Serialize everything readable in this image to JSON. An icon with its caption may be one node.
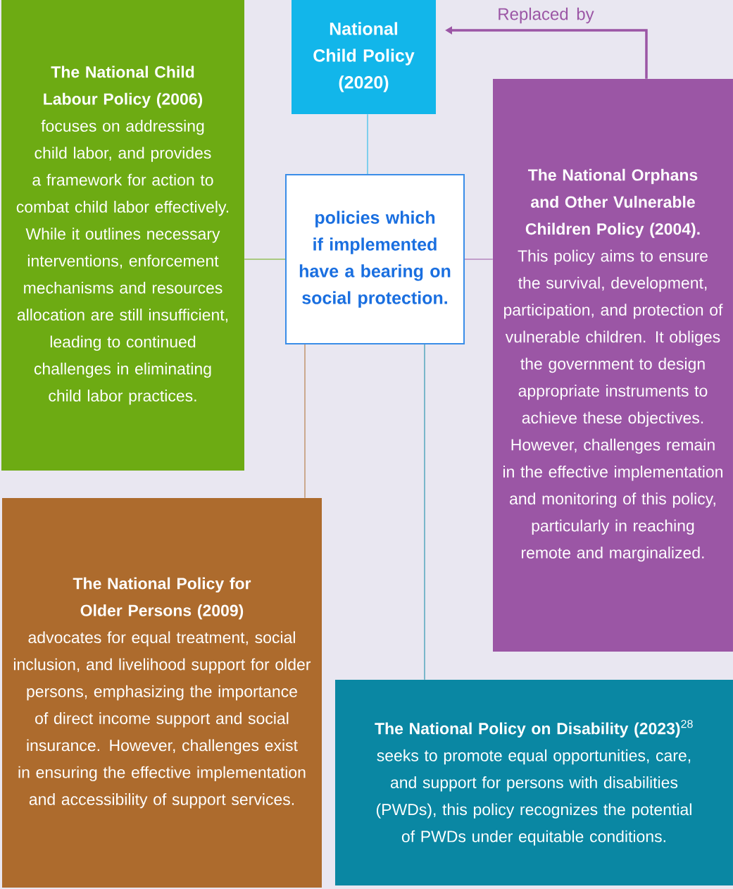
{
  "diagram": {
    "nodes": [
      {
        "text": [
          "policies which if implemented have a bearing on social protection."
        ]
      },
      {
        "text": [
          "The National Child Labour Policy (2006)",
          "focuses on addressing child labor, and provides a framework for action to combat child labor effectively. While it outlines necessary interventions, enforcement mechanisms and resources allocation are still insufficient, leading to continued challenges in eliminating child labor practices."
        ]
      },
      {
        "text": [
          "National Child Policy (2020)"
        ]
      },
      {
        "text": [
          "The National Orphans and Other Vulnerable Children Policy (2004).",
          "This policy aims to ensure the survival, development, participation, and protection of vulnerable children. It obliges the government to design appropriate instruments to achieve these objectives. However, challenges remain in the effective implementation and monitoring of this policy, particularly in reaching remote and marginalized."
        ]
      },
      {
        "text": [
          "The National Policy for Older Persons (2009)",
          "advocates for equal treatment, social inclusion, and livelihood support for older persons, emphasizing the importance of direct income support and social insurance. However, challenges exist in ensuring the effective implementation and accessibility of support services."
        ]
      },
      {
        "text": [
          "**The National Policy on Disability (2023)**$^{28}$ seeks to promote equal opportunities, care, and support for persons with disabilities (PWDs), this policy recognizes the potential of PWDs under equitable conditions."
        ]
      }
    ],
    "edges": [
      {
        "from": 0,
        "to": 2,
        "arrow": "none",
        "color": "#12b6ea"
      },
      {
        "from": 0,
        "to": 1,
        "arrow": "none",
        "color": "#6dab13"
      },
      {
        "from": 0,
        "to": 3,
        "arrow": "none",
        "color": "#9b56a5"
      },
      {
        "from": 0,
        "to": 4,
        "arrow": "none",
        "color": "#ad6b2d"
      },
      {
        "from": 0,
        "to": 5,
        "arrow": "none",
        "color": "#0a87a3"
      },
      {
        "from": 3,
        "to": 2,
        "arrow": "to",
        "label": "Replaced by",
        "style": "thick",
        "color": "#9b56a5"
      }
    ]
  }
}
